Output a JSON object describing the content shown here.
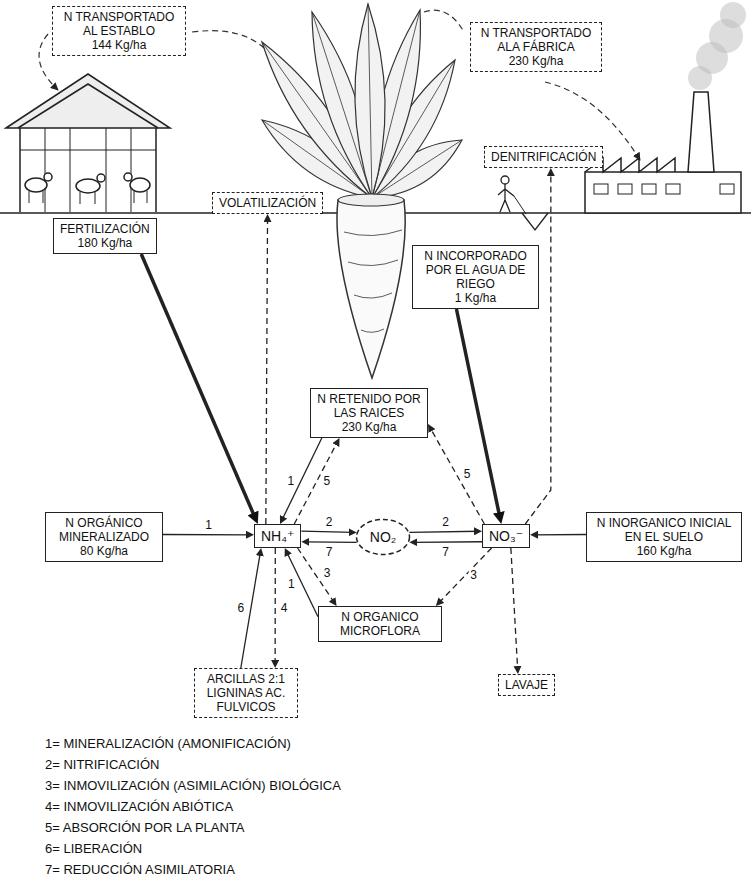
{
  "diagram": {
    "nodes": [
      {
        "text": [
          "N TRANSPORTADO AL ESTABLO",
          "144 Kg/ha"
        ]
      },
      {
        "text": [
          "N TRANSPORTADO ALA FÁBRICA",
          "230 Kg/ha"
        ]
      },
      {
        "text": [
          "DENITRIFICACIÓN"
        ]
      },
      {
        "text": [
          "VOLATILIZACIÓN"
        ]
      },
      {
        "text": [
          "FERTILIZACIÓN",
          "180 Kg/ha"
        ]
      },
      {
        "text": [
          "N INCORPORADO POR EL AGUA DE RIEGO",
          "1 Kg/ha"
        ]
      },
      {
        "text": [
          "N RETENIDO POR LAS RAICES",
          "230 Kg/ha"
        ]
      },
      {
        "text": [
          "N ORGÁNICO MINERALIZADO",
          "80 Kg/ha"
        ]
      },
      {
        "text": [
          "NH₄⁺"
        ]
      },
      {
        "text": [
          "NO₂"
        ]
      },
      {
        "text": [
          "NO₃⁻"
        ]
      },
      {
        "text": [
          "N INORGANICO INICIAL EN EL SUELO",
          "160 Kg/ha"
        ]
      },
      {
        "text": [
          "N ORGANICO MICROFLORA"
        ]
      },
      {
        "text": [
          "ARCILLAS 2:1 LIGNINAS AC. FULVICOS"
        ]
      },
      {
        "text": [
          "LAVAJE"
        ]
      }
    ],
    "edges": [
      {
        "from": 4,
        "to": 8,
        "arrow": "to"
      },
      {
        "from": 5,
        "to": 10,
        "arrow": "to"
      },
      {
        "from": 7,
        "to": 8,
        "label": "1",
        "arrow": "to"
      },
      {
        "from": 11,
        "to": 10,
        "arrow": "to"
      },
      {
        "from": 8,
        "to": 9,
        "label": "2",
        "arrow": "to"
      },
      {
        "from": 9,
        "to": 8,
        "label": "7",
        "arrow": "to"
      },
      {
        "from": 9,
        "to": 10,
        "label": "2",
        "arrow": "to"
      },
      {
        "from": 10,
        "to": 9,
        "label": "7",
        "arrow": "to"
      },
      {
        "from": 6,
        "to": 8,
        "label": "1",
        "arrow": "to"
      },
      {
        "from": 8,
        "to": 6,
        "label": "5",
        "arrow": "to"
      },
      {
        "from": 10,
        "to": 6,
        "label": "5",
        "arrow": "to"
      },
      {
        "from": 8,
        "to": 12,
        "label": "3",
        "arrow": "to"
      },
      {
        "from": 12,
        "to": 8,
        "label": "1",
        "arrow": "to"
      },
      {
        "from": 10,
        "to": 12,
        "label": "3",
        "arrow": "to"
      },
      {
        "from": 8,
        "to": 13,
        "label": "4",
        "arrow": "to"
      },
      {
        "from": 13,
        "to": 8,
        "label": "6",
        "arrow": "to"
      },
      {
        "from": 10,
        "to": 14,
        "arrow": "to"
      },
      {
        "from": 8,
        "to": 3,
        "arrow": "to"
      },
      {
        "from": 10,
        "to": 2,
        "arrow": "to"
      }
    ],
    "labels": [
      "1= MINERALIZACIÓN (AMONIFICACIÓN)",
      "2= NITRIFICACIÓN",
      "3= INMOVILIZACIÓN (ASIMILACIÓN) BIOLÓGICA",
      "4= INMOVILIZACIÓN ABIÓTICA",
      "5= ABSORCIÓN POR LA PLANTA",
      "6= LIBERACIÓN",
      "7= REDUCCIÓN ASIMILATORIA"
    ]
  }
}
